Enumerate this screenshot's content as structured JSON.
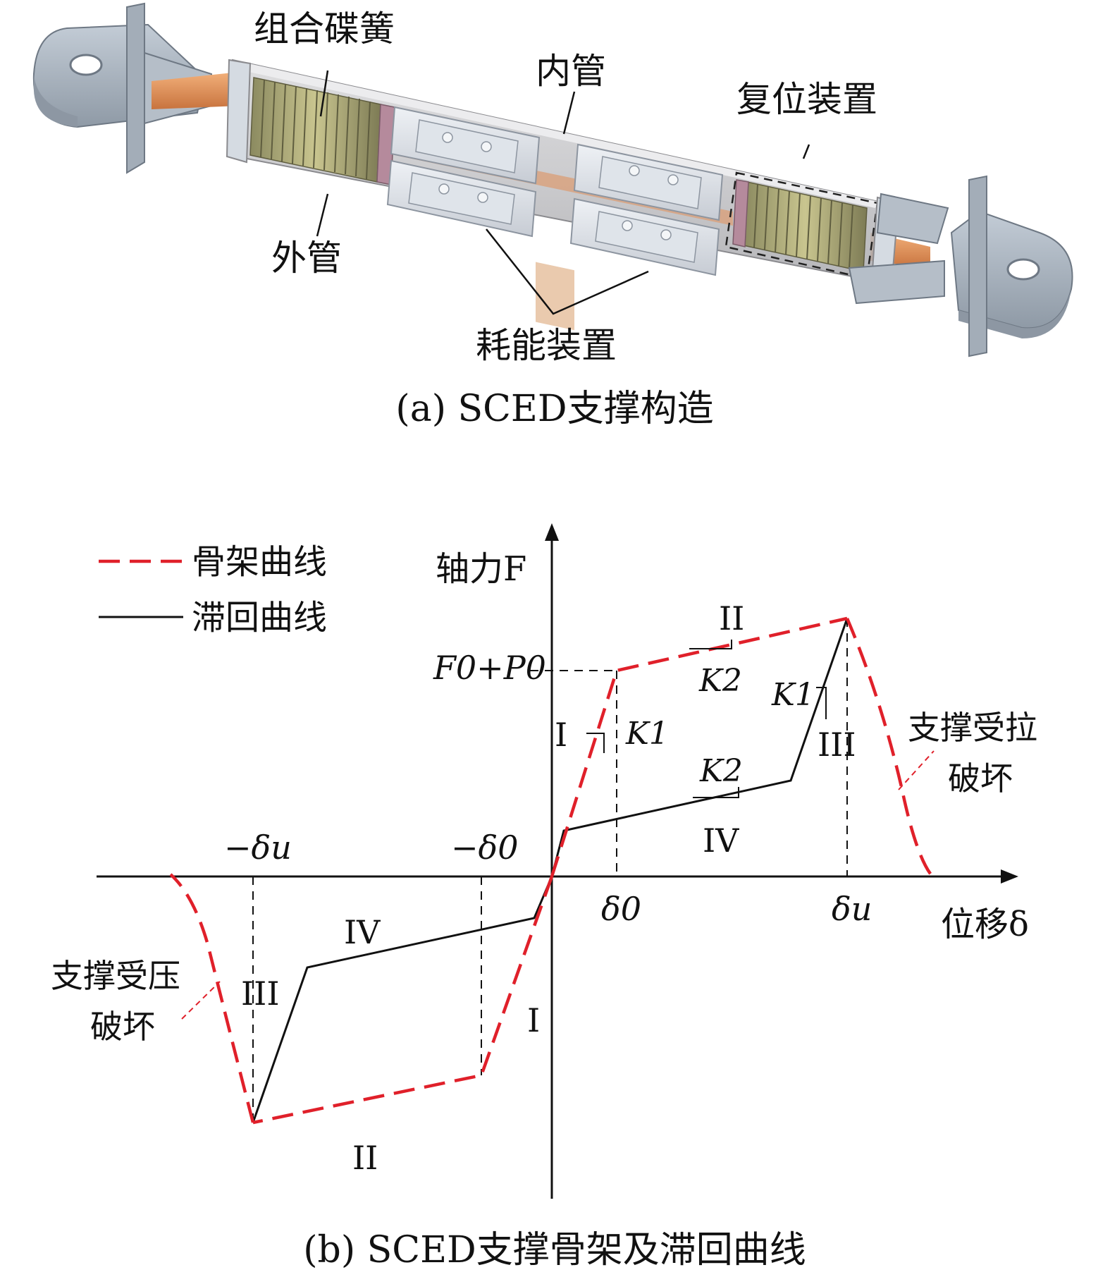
{
  "part_a": {
    "caption": "(a) SCED支撑构造",
    "labels": {
      "disc_springs": "组合碟簧",
      "inner_tube": "内管",
      "reset_device": "复位装置",
      "outer_tube": "外管",
      "energy_device": "耗能装置"
    }
  },
  "part_b": {
    "caption": "(b) SCED支撑骨架及滞回曲线",
    "legend": {
      "skeleton": "骨架曲线",
      "hysteresis": "滞回曲线"
    },
    "axes": {
      "y_label": "轴力F",
      "x_label": "位移δ"
    },
    "ticks": {
      "force_level": "F0+P0",
      "delta0": "δ0",
      "delta_u": "δu",
      "neg_delta0": "−δ0",
      "neg_delta_u": "−δu"
    },
    "stages": {
      "I": "I",
      "II": "II",
      "III": "III",
      "IV": "IV"
    },
    "stiffness": {
      "k1": "K1",
      "k2": "K2"
    },
    "annotations": {
      "tension_failure_1": "支撑受拉",
      "tension_failure_2": "破坏",
      "compression_failure_1": "支撑受压",
      "compression_failure_2": "破坏"
    },
    "colors": {
      "skeleton": "#e0202a",
      "hysteresis": "#111111"
    }
  }
}
